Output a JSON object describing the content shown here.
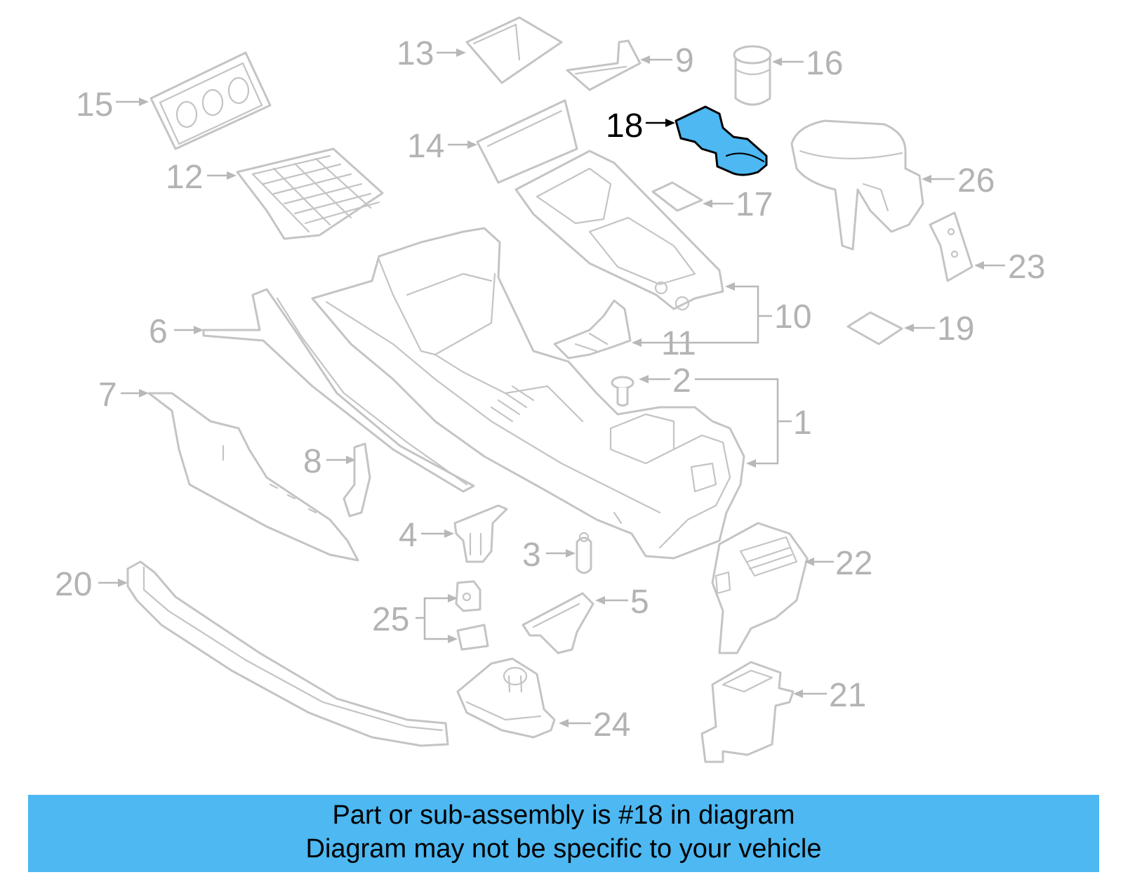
{
  "diagram": {
    "highlighted_part": "18",
    "highlight_color": "#4db8f2",
    "label_color": "#b3b3b3",
    "callouts": [
      {
        "id": "c1",
        "label": "1"
      },
      {
        "id": "c2",
        "label": "2"
      },
      {
        "id": "c3",
        "label": "3"
      },
      {
        "id": "c4",
        "label": "4"
      },
      {
        "id": "c5",
        "label": "5"
      },
      {
        "id": "c6",
        "label": "6"
      },
      {
        "id": "c7",
        "label": "7"
      },
      {
        "id": "c8",
        "label": "8"
      },
      {
        "id": "c9",
        "label": "9"
      },
      {
        "id": "c10",
        "label": "10"
      },
      {
        "id": "c11",
        "label": "11"
      },
      {
        "id": "c12",
        "label": "12"
      },
      {
        "id": "c13",
        "label": "13"
      },
      {
        "id": "c14",
        "label": "14"
      },
      {
        "id": "c15",
        "label": "15"
      },
      {
        "id": "c16",
        "label": "16"
      },
      {
        "id": "c17",
        "label": "17"
      },
      {
        "id": "c18",
        "label": "18"
      },
      {
        "id": "c19",
        "label": "19"
      },
      {
        "id": "c20",
        "label": "20"
      },
      {
        "id": "c21",
        "label": "21"
      },
      {
        "id": "c22",
        "label": "22"
      },
      {
        "id": "c23",
        "label": "23"
      },
      {
        "id": "c24",
        "label": "24"
      },
      {
        "id": "c25",
        "label": "25"
      },
      {
        "id": "c26",
        "label": "26"
      }
    ]
  },
  "footer": {
    "line1": "Part or sub-assembly is #18 in diagram",
    "line2": "Diagram may not be specific to your vehicle",
    "background": "#4db8f2"
  }
}
